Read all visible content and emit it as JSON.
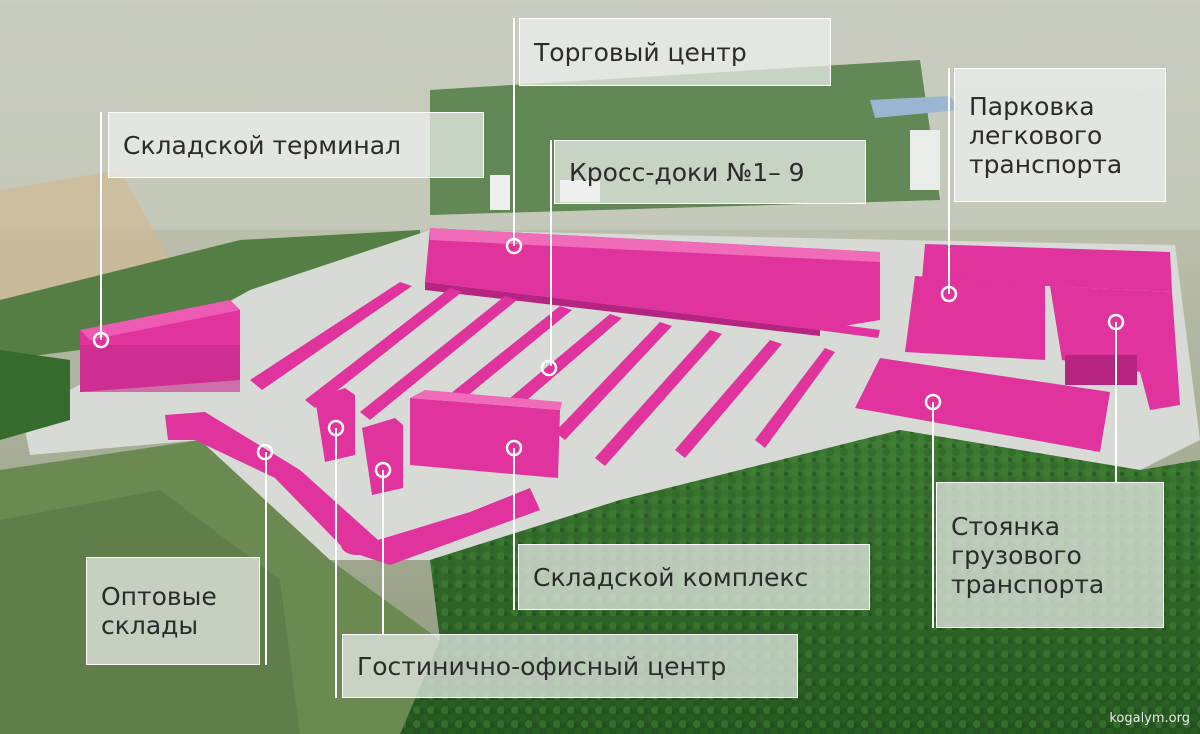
{
  "labels": {
    "trade_center": "Торговый центр",
    "warehouse_terminal": "Складской терминал",
    "cross_docks": "Кросс-доки №1– 9",
    "car_parking": "Парковка легкового транспорта",
    "wholesale": "Оптовые склады",
    "hotel_office": "Гостинично-офисный центр",
    "warehouse_complex": "Складской комплекс",
    "truck_parking": "Стоянка грузового транспорта"
  },
  "watermark": "kogalym.org",
  "colors": {
    "building": "#e0339d",
    "building_dark": "#b42480",
    "forest": "#2f6a2a",
    "asphalt": "#d9dcd8",
    "callout_bg": "#eef0ee"
  }
}
